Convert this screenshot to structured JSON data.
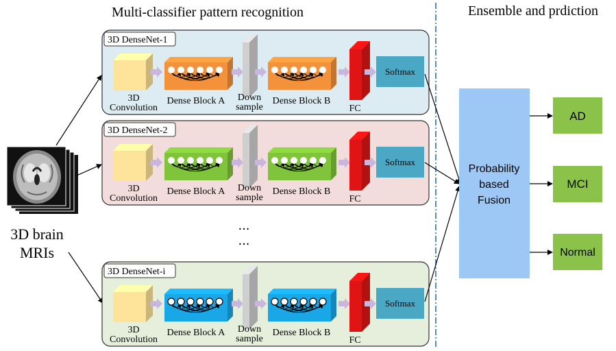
{
  "headings": {
    "left": "Multi-classifier pattern recognition",
    "right": "Ensemble and prdiction"
  },
  "input": {
    "line1": "3D brain",
    "line2": "MRIs"
  },
  "networks": [
    {
      "title": "3D DenseNet-1",
      "conv_line1": "3D",
      "conv_line2": "Convolution",
      "block_a": "Dense Block A",
      "down_line1": "Down",
      "down_line2": "sample",
      "block_b": "Dense Block B",
      "fc": "FC",
      "softmax": "Softmax",
      "panel_color": "#dcecf2",
      "block_color": "#f4923c"
    },
    {
      "title": "3D DenseNet-2",
      "conv_line1": "3D",
      "conv_line2": "Convolution",
      "block_a": "Dense Block A",
      "down_line1": "Down",
      "down_line2": "sample",
      "block_b": "Dense Block B",
      "fc": "FC",
      "softmax": "Softmax",
      "panel_color": "#f3dcdc",
      "block_color": "#7fc43a"
    },
    {
      "title": "3D DenseNet-i",
      "conv_line1": "3D",
      "conv_line2": "Convolution",
      "block_a": "Dense Block A",
      "down_line1": "Down",
      "down_line2": "sample",
      "block_b": "Dense Block B",
      "fc": "FC",
      "softmax": "Softmax",
      "panel_color": "#e6eedc",
      "block_color": "#1aa7e8"
    }
  ],
  "ellipsis": [
    "...",
    "..."
  ],
  "fusion": {
    "line1": "Probability",
    "line2": "based",
    "line3": "Fusion"
  },
  "outputs": [
    "AD",
    "MCI",
    "Normal"
  ],
  "colors": {
    "fusion": "#9dc8f5",
    "output": "#8bc34a",
    "softmax": "#4aa8c4",
    "fc": "#e01414",
    "conv": "#fde49a",
    "downsample": "#cfcfcf",
    "arrow_small": "#c8b6dc",
    "divider": "#2f6fb0"
  }
}
